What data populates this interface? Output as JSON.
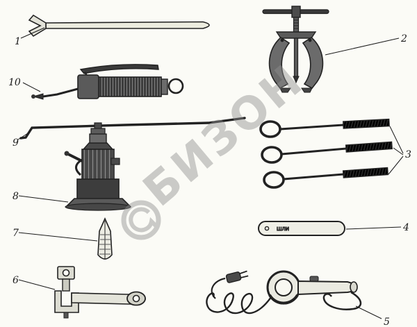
{
  "figure": {
    "background": "#fbfbf6",
    "ink": "#222222",
    "watermark": {
      "text": "БИЗОН",
      "color": "#8f8f8f",
      "logo": "registered-swirl-circle"
    }
  },
  "callouts": [
    {
      "number": "1",
      "item": "pry-bar"
    },
    {
      "number": "2",
      "item": "gear-puller"
    },
    {
      "number": "3",
      "item": "eye-bolt-spring-set"
    },
    {
      "number": "4",
      "item": "flat-handle"
    },
    {
      "number": "5",
      "item": "inspection-lamp"
    },
    {
      "number": "6",
      "item": "clamp-bracket"
    },
    {
      "number": "7",
      "item": "taper-punch"
    },
    {
      "number": "8",
      "item": "hydraulic-jack"
    },
    {
      "number": "9",
      "item": "crank-rod"
    },
    {
      "number": "10",
      "item": "grease-gun"
    }
  ],
  "stamps": {
    "flat_handle_text": "ШЛИ"
  }
}
